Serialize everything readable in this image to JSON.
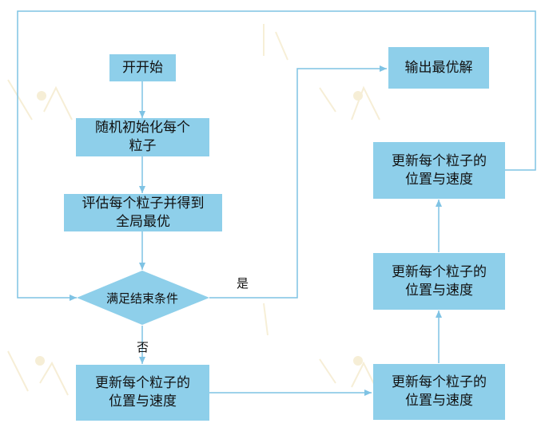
{
  "flowchart": {
    "start": "开开始",
    "init": "随机初始化每个\n粒子",
    "evaluate": "评估每个粒子并得到\n全局最优",
    "condition": "满足结束条件",
    "update_left_bottom": "更新每个粒子的\n位置与速度",
    "update_right_bottom": "更新每个粒子的\n位置与速度",
    "update_right_middle": "更新每个粒子的\n位置与速度",
    "update_right_top": "更新每个粒子的\n位置与速度",
    "output": "输出最优解",
    "label_yes": "是",
    "label_no": "否"
  },
  "colors": {
    "box": "#8ecfea",
    "line": "#7fc3e4",
    "watermark": "#d9b44a"
  }
}
